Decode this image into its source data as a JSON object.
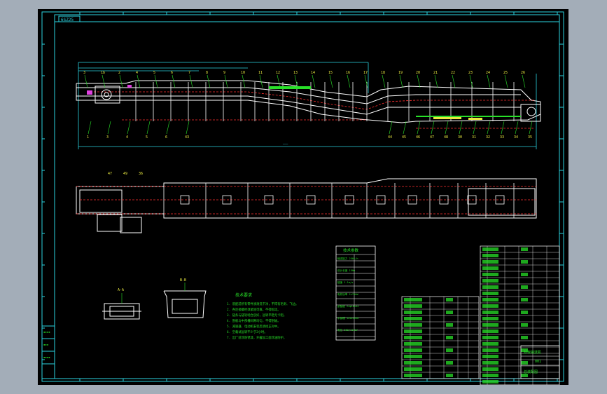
{
  "drawing": {
    "frame_tag": "6SZ25",
    "callouts_top": [
      "3",
      "1b",
      "2",
      "4",
      "5",
      "6",
      "7",
      "8",
      "9",
      "10",
      "11",
      "12",
      "13",
      "14",
      "15",
      "16",
      "17",
      "18",
      "19",
      "20",
      "21",
      "22",
      "23",
      "24",
      "25",
      "26"
    ],
    "callouts_bottom": [
      "1",
      "3",
      "4",
      "5",
      "6",
      "43",
      "44",
      "45",
      "46",
      "47",
      "48",
      "30",
      "31",
      "32",
      "33",
      "34",
      "35"
    ],
    "callouts_plan": [
      "47",
      "49",
      "36"
    ],
    "section_labels": [
      "A-A",
      "B-B"
    ],
    "title_block": {
      "name": "刮板输送机",
      "drawing_no": "001",
      "part": "总装配图"
    }
  },
  "notes": {
    "title": "技术要求",
    "lines": [
      "1. 装配前所有零件须清洗干净，不得有毛刺、飞边。",
      "2. 各连接螺栓须紧固可靠，不得松动。",
      "3. 链条与链轮啮合良好，运转平稳无卡阻。",
      "4. 刮板与中部槽间隙均匀，不得刮碰。",
      "5. 减速器、电动机安装后须找正对中。",
      "6. 空载试运转不少于2小时。",
      "7. 出厂前涂防锈漆，外露加工面涂油防护。"
    ]
  },
  "spec_table": {
    "title": "技术参数",
    "rows": [
      "输送能力 250t/h",
      "设计长度 150m",
      "链速 1.1m/s",
      "电机功率 2×75kW",
      "刮板链 2×φ18×64",
      "中部槽 1250×630",
      "电压 660/1140V"
    ]
  },
  "bom_left": {
    "rows": 13
  },
  "bom_right": {
    "rows": 22
  }
}
